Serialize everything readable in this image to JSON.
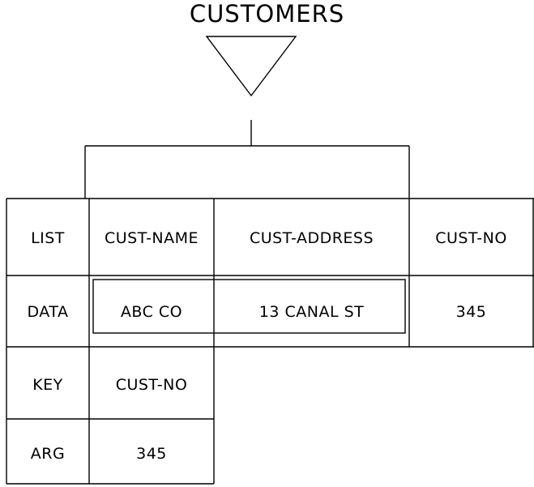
{
  "diagram": {
    "title": "CUSTOMERS",
    "shapes": {
      "triangle_name": "inverted-triangle",
      "connector_name": "bracket-connector"
    },
    "colors": {
      "stroke": "#000000",
      "background": "#ffffff",
      "text": "#000000"
    },
    "table": {
      "rows": [
        {
          "label": "LIST",
          "cells": [
            "CUST-NAME",
            "CUST-ADDRESS",
            "CUST-NO"
          ]
        },
        {
          "label": "DATA",
          "cells": [
            "ABC CO",
            "13 CANAL ST",
            "345"
          ]
        },
        {
          "label": "KEY",
          "cells": [
            "CUST-NO",
            "",
            ""
          ]
        },
        {
          "label": "ARG",
          "cells": [
            "345",
            "",
            ""
          ]
        }
      ]
    }
  }
}
